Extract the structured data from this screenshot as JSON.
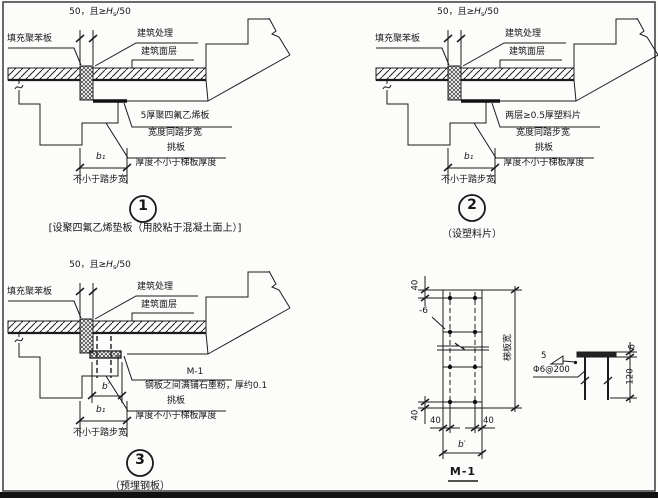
{
  "shared": {
    "dim50": {
      "pre": "50，且≥",
      "H": "H",
      "sub": "s",
      "post": "/50"
    },
    "fill_board": "填充聚苯板",
    "arch_treatment": "建筑处理",
    "arch_finish": "建筑面层",
    "width_same_as_step": "宽度同踏步宽",
    "cantilever": "挑板",
    "thickness_note": "厚度不小于梯板厚度",
    "b1": "b₁",
    "b_prime": "b′",
    "step_width_note": "不小于踏步宽"
  },
  "detail1": {
    "number": "1",
    "ptfe_label": "5厚聚四氟乙烯板",
    "caption": "[设聚四氟乙烯垫板（用胶粘于混凝土面上）]"
  },
  "detail2": {
    "number": "2",
    "plastic_label": "两层≥0.5厚塑料片",
    "caption": "（设塑料片）"
  },
  "detail3": {
    "number": "3",
    "m1_ref": "M-1",
    "graphite_note": "钢板之间满铺石墨粉，厚约0.1",
    "caption": "（预埋钢板）"
  },
  "m1_detail": {
    "title": "M-1",
    "plate_thickness": "-6",
    "stair_width_label": "梯板宽",
    "dim_40": "40",
    "dim_b_prime": "b′",
    "weld_size": "5",
    "rebar_spec": "Φ6@200",
    "dim_120": "120",
    "dim_6": "6"
  }
}
